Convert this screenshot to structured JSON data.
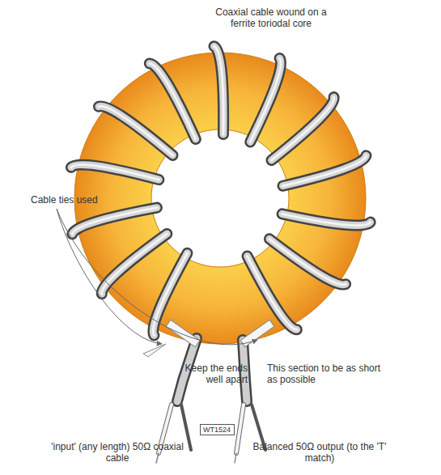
{
  "diagram": {
    "nodes": [
      {
        "text": [
          "WT1524"
        ]
      }
    ],
    "labels": [
      "Coaxial cable wound on a ferrite toriodal core",
      "Cable ties used",
      "Keep the ends well apart",
      "This section to be as short as possible",
      "'input' (any length) 50Ω coaxial cable",
      "Balanced 50Ω output (to the 'T' match)"
    ]
  }
}
